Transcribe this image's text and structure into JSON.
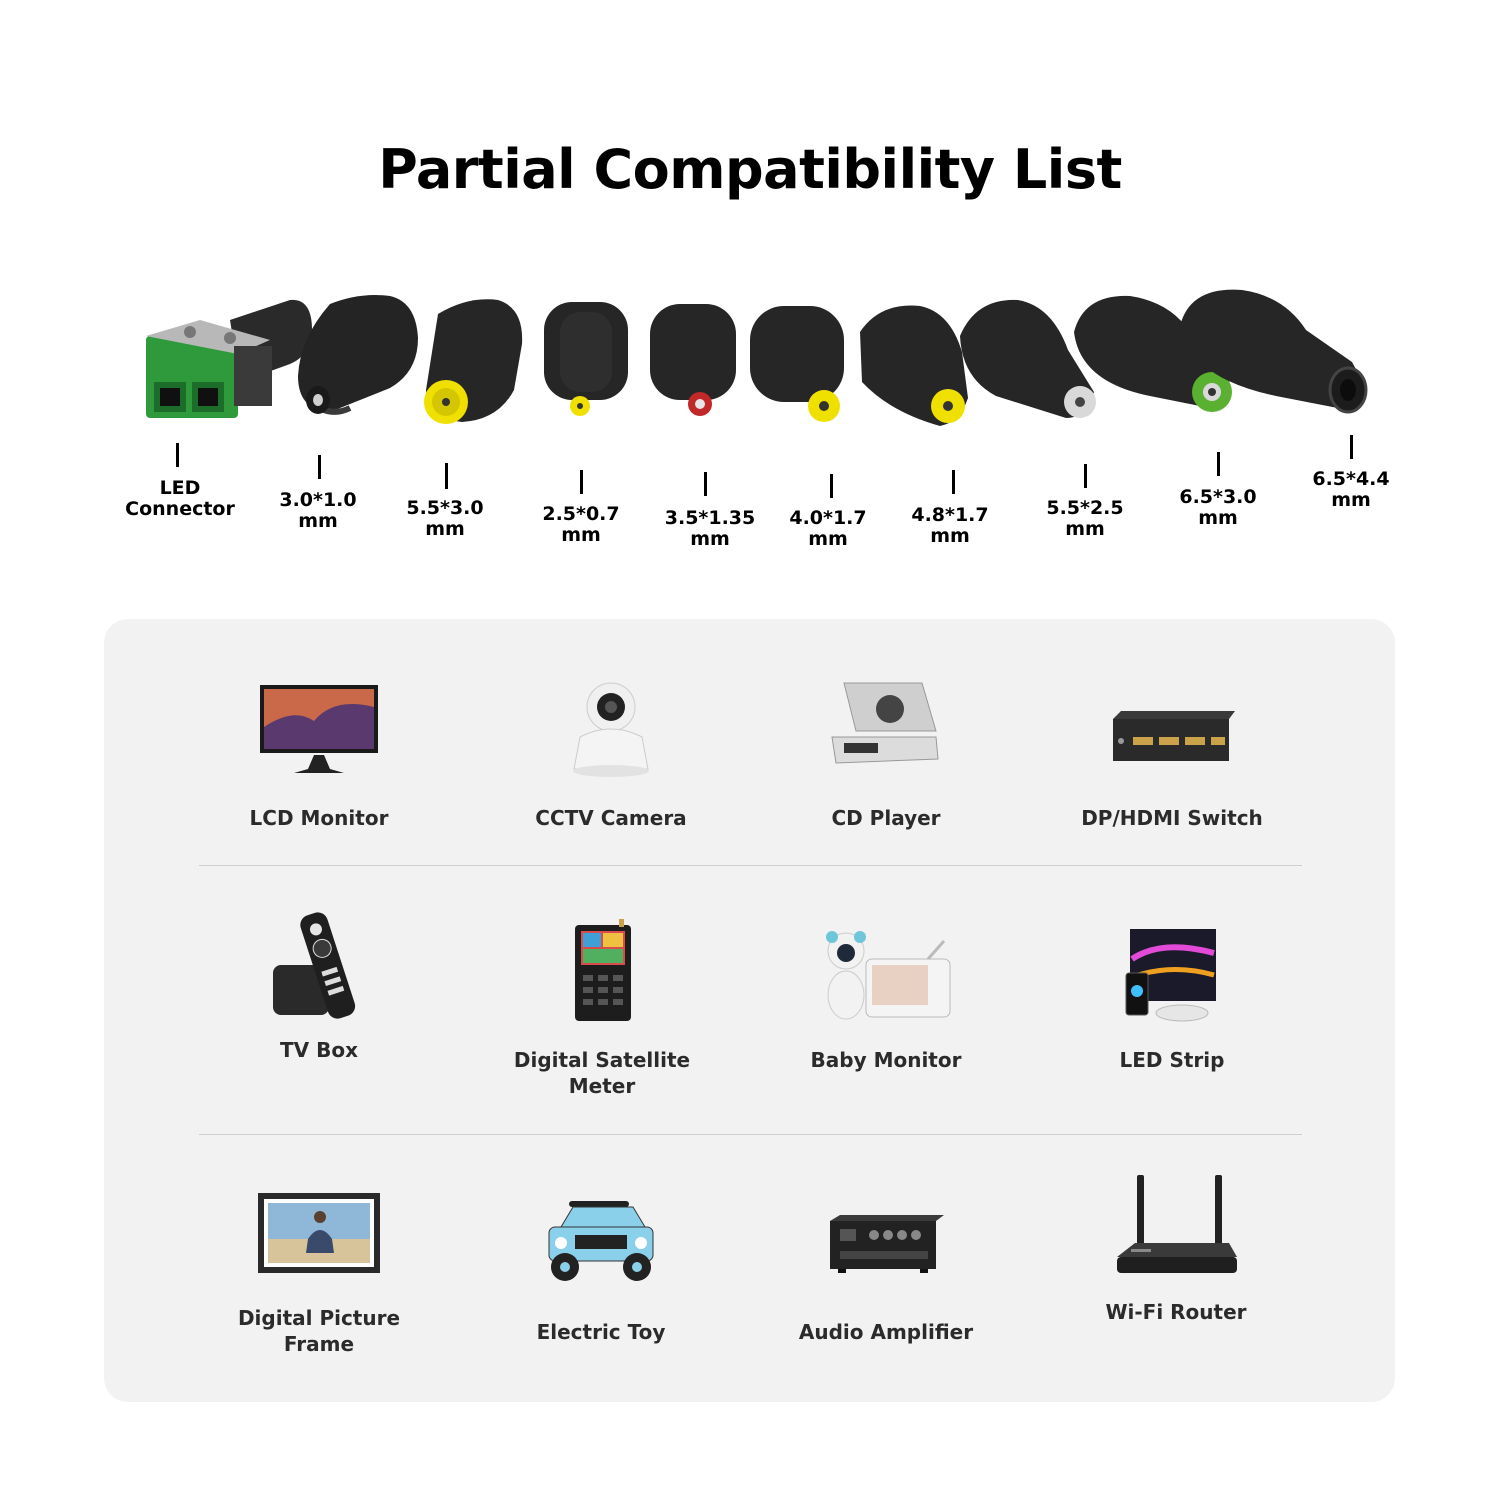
{
  "title": "Partial Compatibility List",
  "tips": [
    {
      "label_line1": "LED",
      "label_line2": "Connector",
      "ring_color": "#2e8b3a",
      "kind": "terminal"
    },
    {
      "label_line1": "3.0*1.0",
      "label_line2": "mm",
      "ring_color": "#1a1a1a",
      "kind": "plug"
    },
    {
      "label_line1": "5.5*3.0",
      "label_line2": "mm",
      "ring_color": "#f0e000",
      "kind": "plug"
    },
    {
      "label_line1": "2.5*0.7",
      "label_line2": "mm",
      "ring_color": "#f0e000",
      "kind": "plug"
    },
    {
      "label_line1": "3.5*1.35",
      "label_line2": "mm",
      "ring_color": "#c0282a",
      "kind": "plug"
    },
    {
      "label_line1": "4.0*1.7",
      "label_line2": "mm",
      "ring_color": "#f0e000",
      "kind": "plug"
    },
    {
      "label_line1": "4.8*1.7",
      "label_line2": "mm",
      "ring_color": "#f0e000",
      "kind": "plug"
    },
    {
      "label_line1": "5.5*2.5",
      "label_line2": "mm",
      "ring_color": "#d9d9d9",
      "kind": "plug"
    },
    {
      "label_line1": "6.5*3.0",
      "label_line2": "mm",
      "ring_color": "#5ab030",
      "kind": "plug"
    },
    {
      "label_line1": "6.5*4.4",
      "label_line2": "mm",
      "ring_color": "#1a1a1a",
      "kind": "plug"
    }
  ],
  "devices": [
    {
      "label_line1": "LCD Monitor",
      "label_line2": "",
      "icon": "monitor-icon"
    },
    {
      "label_line1": "CCTV Camera",
      "label_line2": "",
      "icon": "cctv-camera-icon"
    },
    {
      "label_line1": "CD Player",
      "label_line2": "",
      "icon": "cd-player-icon"
    },
    {
      "label_line1": "DP/HDMI Switch",
      "label_line2": "",
      "icon": "hdmi-switch-icon"
    },
    {
      "label_line1": "TV Box",
      "label_line2": "",
      "icon": "tv-box-icon"
    },
    {
      "label_line1": "Digital Satellite",
      "label_line2": "Meter",
      "icon": "satellite-meter-icon"
    },
    {
      "label_line1": "Baby Monitor",
      "label_line2": "",
      "icon": "baby-monitor-icon"
    },
    {
      "label_line1": "LED Strip",
      "label_line2": "",
      "icon": "led-strip-icon"
    },
    {
      "label_line1": "Digital Picture",
      "label_line2": "Frame",
      "icon": "picture-frame-icon"
    },
    {
      "label_line1": "Electric Toy",
      "label_line2": "",
      "icon": "electric-toy-icon"
    },
    {
      "label_line1": "Audio Amplifier",
      "label_line2": "",
      "icon": "audio-amplifier-icon"
    },
    {
      "label_line1": "Wi-Fi Router",
      "label_line2": "",
      "icon": "wifi-router-icon"
    }
  ]
}
